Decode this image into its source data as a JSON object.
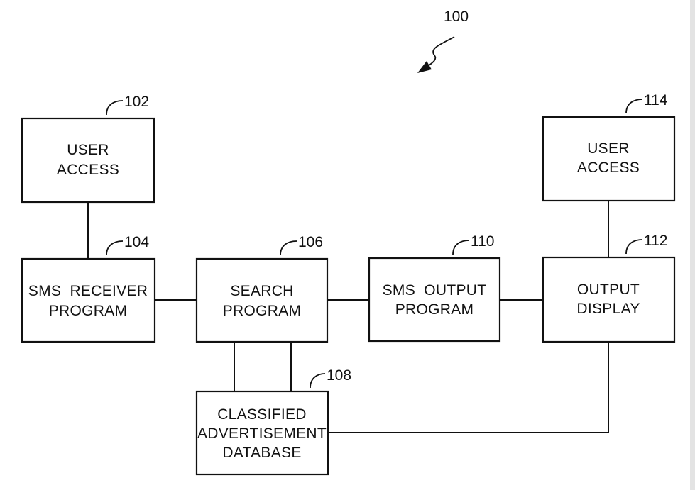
{
  "figure": {
    "ref": "100"
  },
  "blocks": {
    "user_access_left": {
      "ref": "102",
      "line1": "USER",
      "line2": "ACCESS"
    },
    "sms_receiver": {
      "ref": "104",
      "line1": "SMS  RECEIVER",
      "line2": "PROGRAM"
    },
    "search_program": {
      "ref": "106",
      "line1": "SEARCH",
      "line2": "PROGRAM"
    },
    "database": {
      "ref": "108",
      "line1": "CLASSIFIED",
      "line2": "ADVERTISEMENT",
      "line3": "DATABASE"
    },
    "sms_output": {
      "ref": "110",
      "line1": "SMS  OUTPUT",
      "line2": "PROGRAM"
    },
    "output_display": {
      "ref": "112",
      "line1": "OUTPUT",
      "line2": "DISPLAY"
    },
    "user_access_right": {
      "ref": "114",
      "line1": "USER",
      "line2": "ACCESS"
    }
  }
}
